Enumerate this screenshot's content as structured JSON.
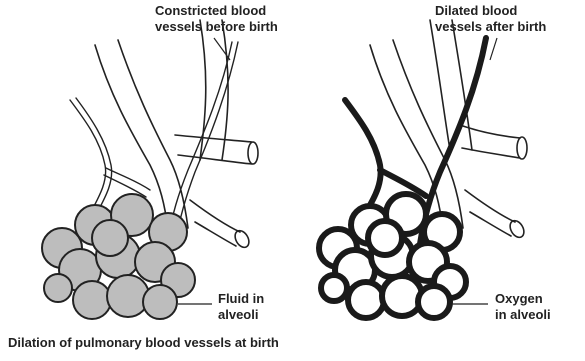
{
  "labels": {
    "constricted_line1": "Constricted blood",
    "constricted_line2": "vessels before birth",
    "dilated_line1": "Dilated blood",
    "dilated_line2": "vessels after birth",
    "fluid_line1": "Fluid in",
    "fluid_line2": "alveoli",
    "oxygen_line1": "Oxygen",
    "oxygen_line2": "in alveoli"
  },
  "caption": "Dilation of pulmonary blood vessels at birth",
  "colors": {
    "ink": "#222222",
    "fluid_fill": "#bdbdbd",
    "air_fill": "#ffffff",
    "background": "#ffffff"
  }
}
